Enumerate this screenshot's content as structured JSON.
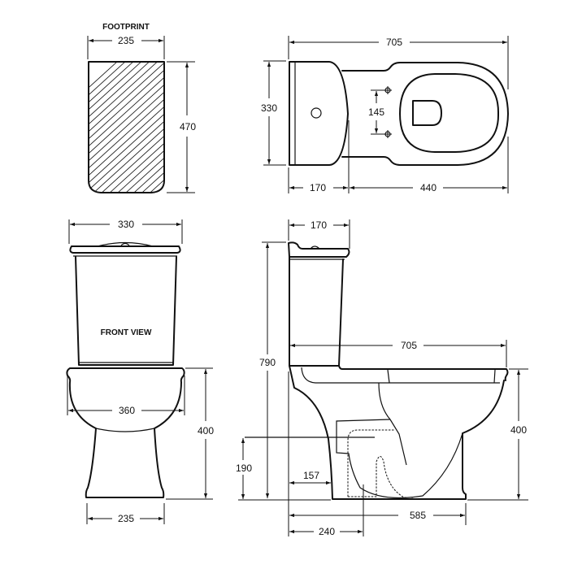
{
  "labels": {
    "footprint": "FOOTPRINT",
    "front_view": "FRONT VIEW"
  },
  "units": "mm",
  "dimensions": {
    "footprint_width": "235",
    "footprint_depth": "470",
    "top_total_length": "705",
    "top_width": "330",
    "top_cistern_depth": "170",
    "top_pan_length": "440",
    "top_fixing_spacing": "145",
    "front_cistern_width": "330",
    "front_pan_width": "360",
    "front_pan_height": "400",
    "front_base_width": "235",
    "side_cistern_depth": "170",
    "side_total_height": "790",
    "side_total_length": "705",
    "side_pan_height": "400",
    "side_outlet_height": "190",
    "side_wall_to_base": "157",
    "side_set_out": "240",
    "side_base_length": "585"
  }
}
